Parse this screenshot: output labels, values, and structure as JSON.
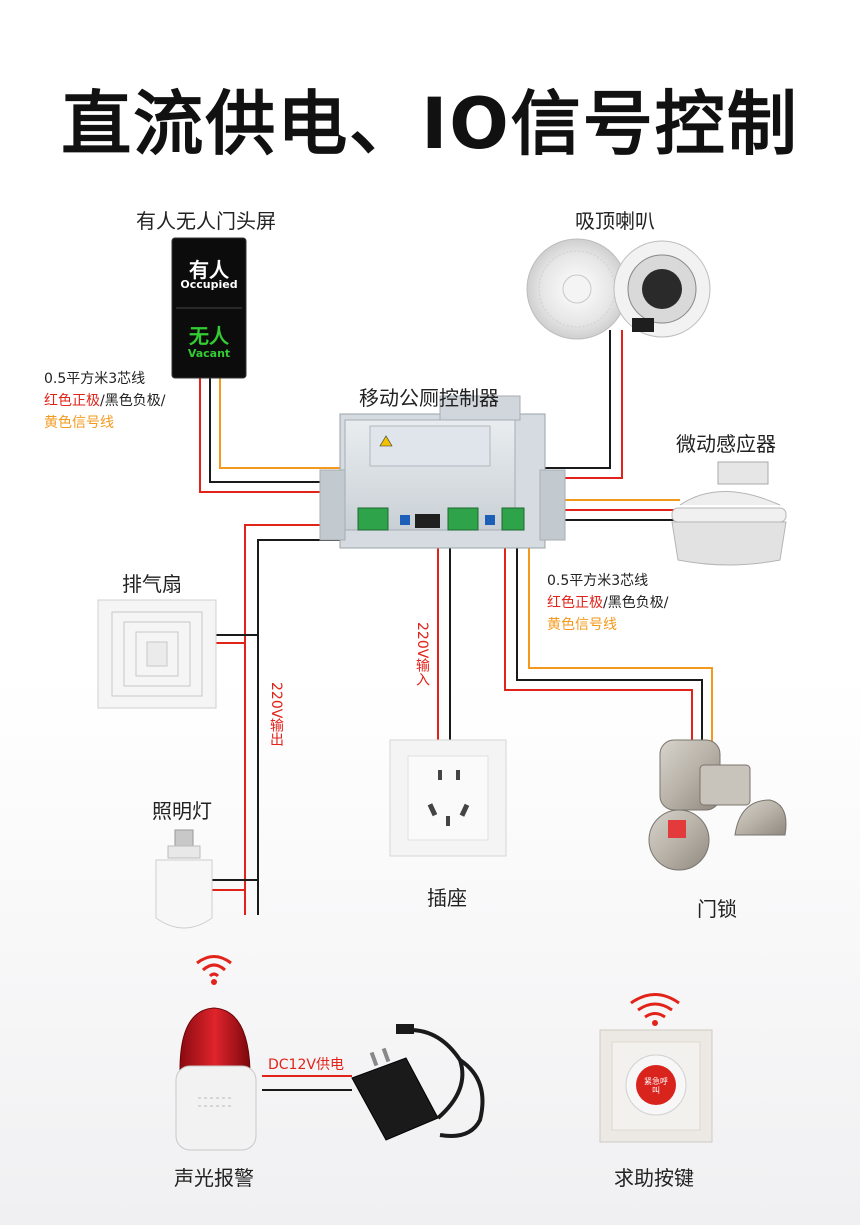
{
  "title": "直流供电、IO信号控制",
  "devices": {
    "door_screen": {
      "label": "有人无人门头屏",
      "occupied_cn": "有人",
      "occupied_en": "Occupied",
      "vacant_cn": "无人",
      "vacant_en": "Vacant"
    },
    "speaker": {
      "label": "吸顶喇叭"
    },
    "controller": {
      "label": "移动公厕控制器"
    },
    "sensor": {
      "label": "微动感应器"
    },
    "fan": {
      "label": "排气扇"
    },
    "light": {
      "label": "照明灯"
    },
    "socket": {
      "label": "插座"
    },
    "door_lock": {
      "label": "门锁"
    },
    "alarm": {
      "label": "声光报警"
    },
    "help_button": {
      "label": "求助按键",
      "text": "紧急呼叫"
    }
  },
  "wire_note_left": {
    "line1": "0.5平方米3芯线",
    "red": "红色正极",
    "sep1": "/",
    "black": "黑色负极",
    "sep2": "/",
    "yellow": "黄色信号线"
  },
  "wire_note_right": {
    "line1": "0.5平方米3芯线",
    "red": "红色正极",
    "sep1": "/",
    "black": "黑色负极",
    "sep2": "/",
    "yellow": "黄色信号线"
  },
  "power_labels": {
    "input": "220V输入",
    "output": "220V输出",
    "dc": "DC12V供电"
  },
  "colors": {
    "red_wire": "#e2231a",
    "black_wire": "#1a1a1a",
    "yellow_wire": "#f39a1e",
    "screen_red": "#e53935",
    "screen_green": "#33cc33"
  }
}
